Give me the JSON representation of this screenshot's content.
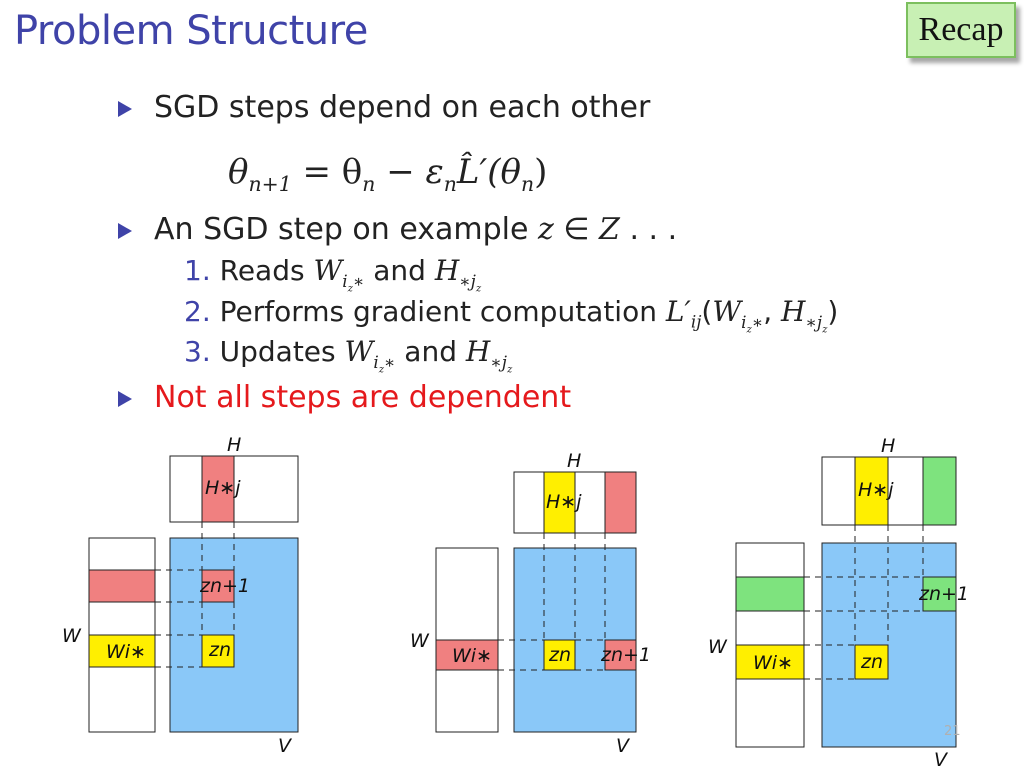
{
  "title": "Problem Structure",
  "badge": "Recap",
  "bullets": [
    "SGD steps depend on each other",
    "An SGD step on example",
    "Not all steps are dependent"
  ],
  "equation": {
    "lhs": "θ",
    "lhs_sub": "n+1",
    "eq": " = θ",
    "rhs_sub": "n",
    "minus": " − ε",
    "eps_sub": "n",
    "loss": "L̂′(θ",
    "loss_sub": "n",
    "close": ")"
  },
  "step_suffix": {
    "var": "z",
    "in": " ∈ ",
    "set": "Z",
    "dots": " . . ."
  },
  "substeps": [
    {
      "num": "1.",
      "text": "Reads ",
      "a": "W",
      "a_sub": "i",
      "a_subsub": "z",
      "a_star": "∗",
      "and": " and ",
      "b": "H",
      "b_star": "∗",
      "b_sub": "j",
      "b_subsub": "z"
    },
    {
      "num": "2.",
      "text": "Performs gradient computation ",
      "fn": "L′",
      "fn_sub": "ij",
      "args_open": "(",
      "a": "W",
      "a_sub": "i",
      "a_subsub": "z",
      "a_star": "∗",
      "comma": ", ",
      "b": "H",
      "b_star": "∗",
      "b_sub": "j",
      "b_subsub": "z",
      "args_close": ")"
    },
    {
      "num": "3.",
      "text": "Updates ",
      "a": "W",
      "a_sub": "i",
      "a_subsub": "z",
      "a_star": "∗",
      "and": " and ",
      "b": "H",
      "b_star": "∗",
      "b_sub": "j",
      "b_subsub": "z"
    }
  ],
  "diagrams": {
    "label_H": "H",
    "label_W": "W",
    "label_V": "V",
    "col_label": "H∗j",
    "row_label": "Wi∗",
    "zn": "zn",
    "zn1": "zn+1"
  },
  "colors": {
    "title": "#3f43a8",
    "red_block": "#f08080",
    "yellow_block": "#ffef00",
    "green_block": "#7ee37e",
    "matrix_blue": "#8ac8f8",
    "negative": "#e5191c"
  },
  "page_number": "21"
}
